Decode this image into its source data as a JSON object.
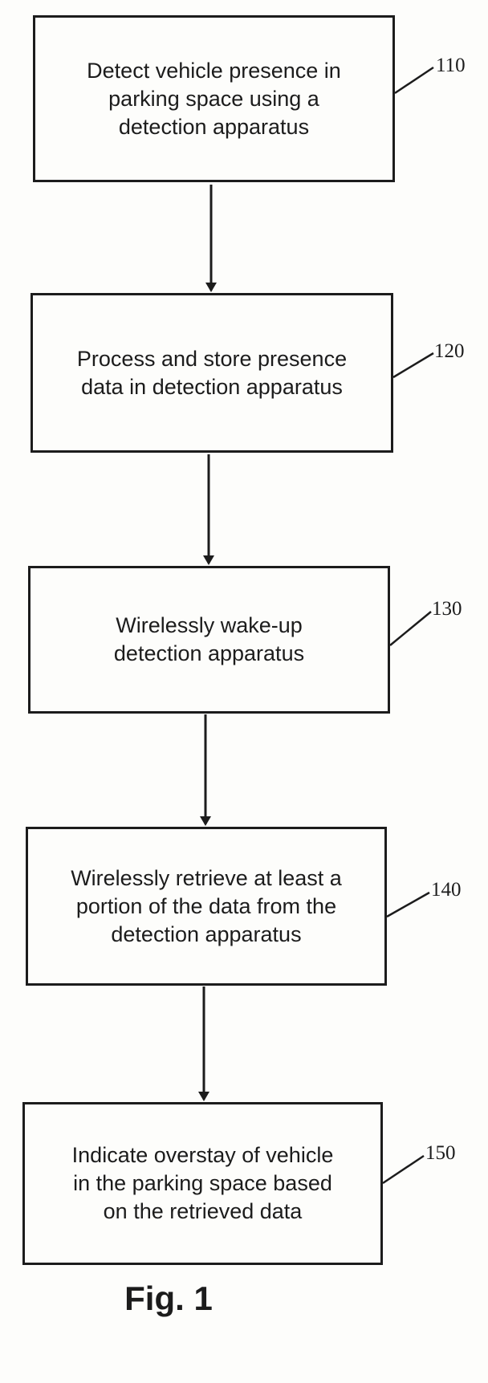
{
  "figure": {
    "caption": "Fig. 1"
  },
  "steps": [
    {
      "ref": "110",
      "text": "Detect vehicle presence in\nparking space using a\ndetection apparatus"
    },
    {
      "ref": "120",
      "text": "Process and store presence\ndata in detection apparatus"
    },
    {
      "ref": "130",
      "text": "Wirelessly wake-up\ndetection apparatus"
    },
    {
      "ref": "140",
      "text": "Wirelessly retrieve at least a\nportion of the data from the\ndetection apparatus"
    },
    {
      "ref": "150",
      "text": "Indicate overstay of vehicle\nin the parking space based\non the retrieved data"
    }
  ],
  "colors": {
    "ink": "#1c1c1c",
    "paper": "#fdfdfb"
  }
}
